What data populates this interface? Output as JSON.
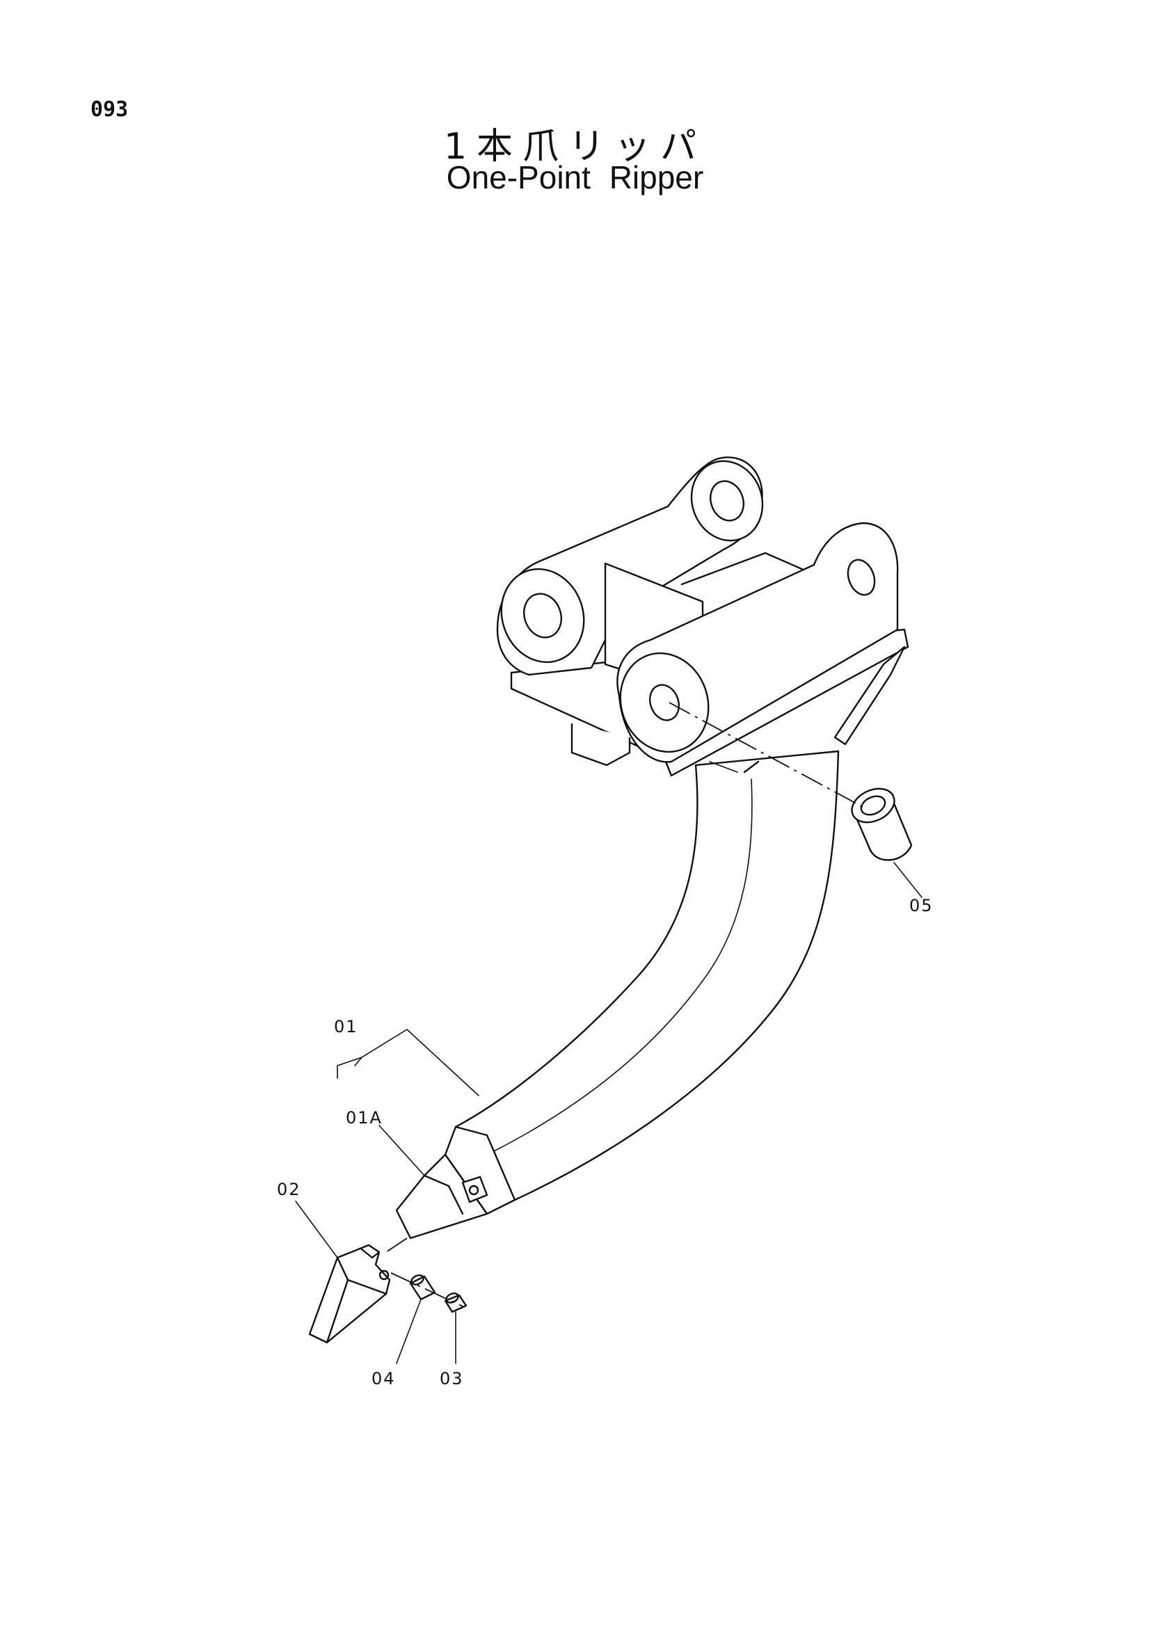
{
  "header": {
    "page_number": "093",
    "title_japanese": "1本爪リッパ",
    "title_english": "One-Point Ripper"
  },
  "callouts": {
    "part_01": "01",
    "part_01A": "01A",
    "part_02": "02",
    "part_03": "03",
    "part_04": "04",
    "part_05": "05"
  }
}
